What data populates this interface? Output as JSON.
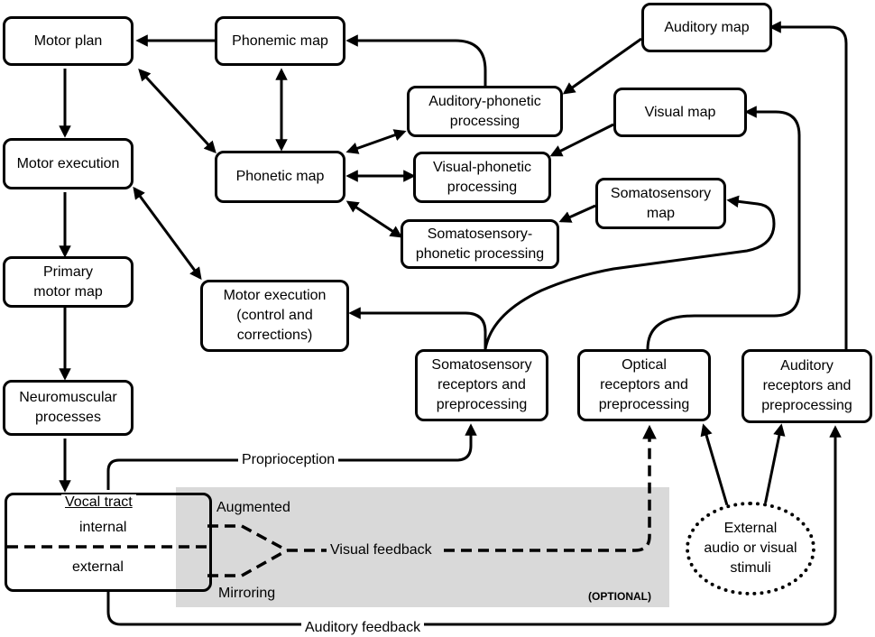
{
  "boxes": {
    "motor_plan": "Motor plan",
    "phonemic_map": "Phonemic map",
    "auditory_map": "Auditory map",
    "auditory_phonetic": [
      "Auditory-phonetic",
      "processing"
    ],
    "visual_map": "Visual map",
    "motor_execution": "Motor execution",
    "phonetic_map": "Phonetic map",
    "visual_phonetic": [
      "Visual-phonetic",
      "processing"
    ],
    "somatosensory_map": [
      "Somatosensory",
      "map"
    ],
    "somatosensory_phonetic": [
      "Somatosensory-",
      "phonetic processing"
    ],
    "primary_motor_map": [
      "Primary",
      "motor map"
    ],
    "motor_exec_control": [
      "Motor execution",
      "(control and",
      "corrections)"
    ],
    "somatosensory_receptors": [
      "Somatosensory",
      "receptors and",
      "preprocessing"
    ],
    "optical_receptors": [
      "Optical",
      "receptors and",
      "preprocessing"
    ],
    "auditory_receptors": [
      "Auditory",
      "receptors and",
      "preprocessing"
    ],
    "neuromuscular": [
      "Neuromuscular",
      "processes"
    ]
  },
  "vocal_tract": {
    "title": "Vocal tract",
    "internal": "internal",
    "external": "external"
  },
  "stimuli": [
    "External",
    "audio or visual",
    "stimuli"
  ],
  "labels": {
    "proprioception": "Proprioception",
    "augmented": "Augmented",
    "mirroring": "Mirroring",
    "visual_feedback": "Visual feedback",
    "auditory_feedback": "Auditory feedback",
    "optional": "(OPTIONAL)"
  },
  "colors": {
    "line": "#000000",
    "optional_panel": "#d9d9d9",
    "background": "#ffffff"
  }
}
